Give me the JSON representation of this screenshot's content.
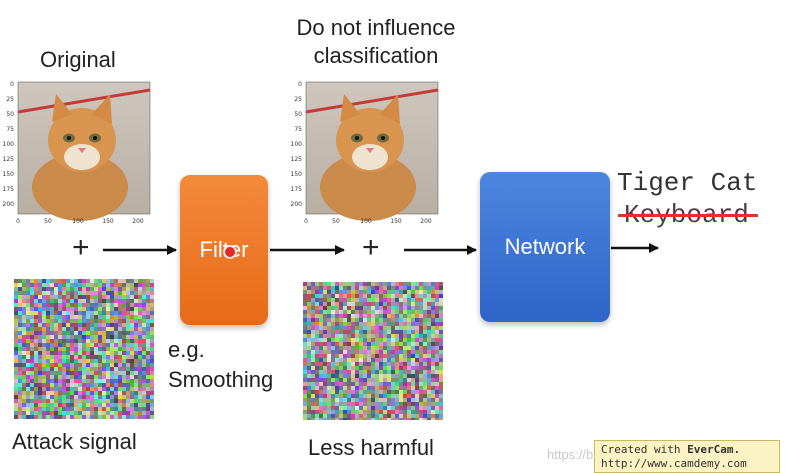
{
  "labels": {
    "original": "Original",
    "do_not_influence": "Do not influence",
    "classification": "classification",
    "filter": "Filter",
    "network": "Network",
    "eg": "e.g.",
    "smoothing": "Smoothing",
    "attack_signal": "Attack signal",
    "less_harmful": "Less harmful",
    "tiger_cat": "Tiger Cat",
    "keyboard": "Keyboard",
    "plus": "+"
  },
  "axes": {
    "y_ticks": [
      "0",
      "25",
      "50",
      "75",
      "100",
      "125",
      "150",
      "175",
      "200"
    ],
    "x_ticks": [
      "0",
      "50",
      "100",
      "150",
      "200"
    ]
  },
  "watermark": {
    "url_text": "https://blog.csdn.net/...",
    "created_with": "Created with",
    "brand": "EverCam.",
    "site": "http://www.camdemy.com"
  },
  "colors": {
    "filter_orange": "#ee7a2a",
    "network_blue": "#3b73d6",
    "strike_red": "#e03030"
  }
}
